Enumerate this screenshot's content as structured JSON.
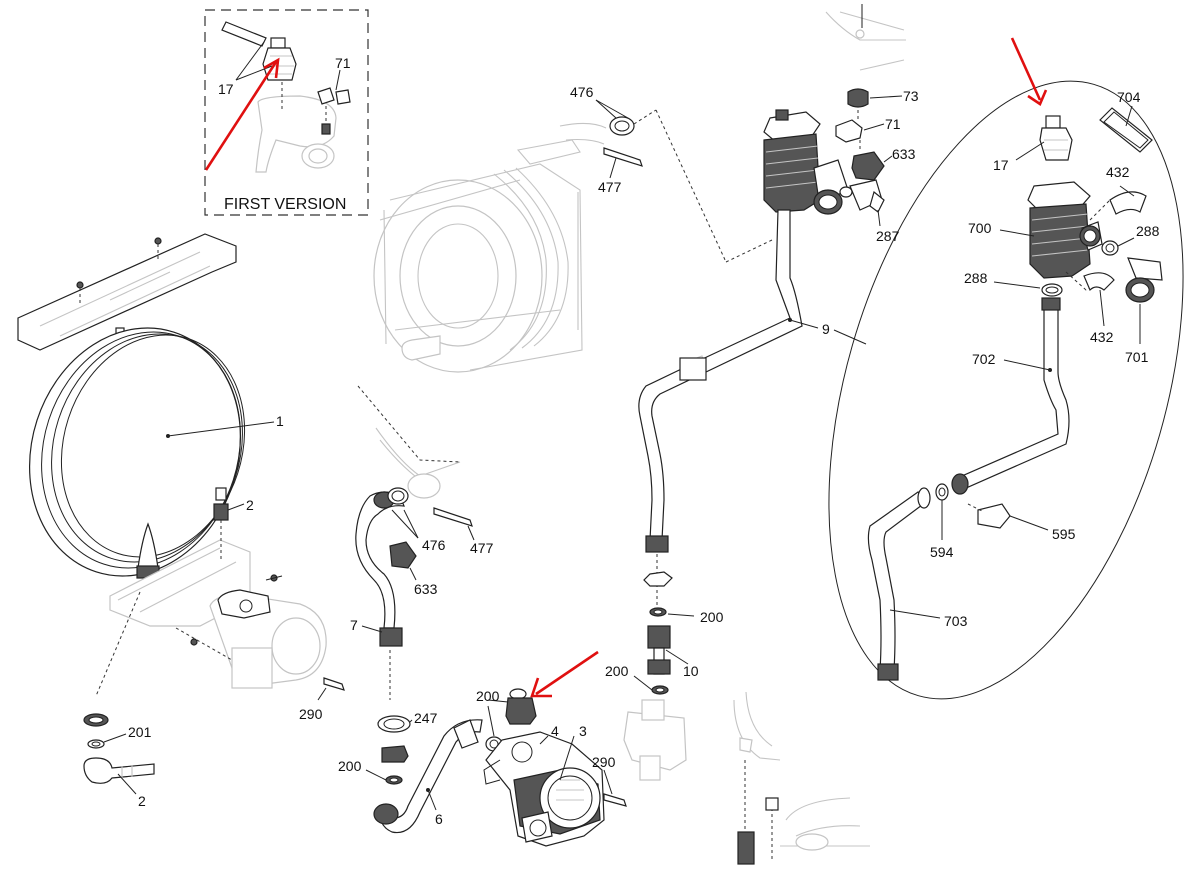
{
  "diagram": {
    "caption": "FIRST VERSION",
    "labels": [
      {
        "id": "l17a",
        "text": "17"
      },
      {
        "id": "l71a",
        "text": "71"
      },
      {
        "id": "l476a",
        "text": "476"
      },
      {
        "id": "l477a",
        "text": "477"
      },
      {
        "id": "l73",
        "text": "73"
      },
      {
        "id": "l71b",
        "text": "71"
      },
      {
        "id": "l633a",
        "text": "633"
      },
      {
        "id": "l287",
        "text": "287"
      },
      {
        "id": "l704",
        "text": "704"
      },
      {
        "id": "l17b",
        "text": "17"
      },
      {
        "id": "l432a",
        "text": "432"
      },
      {
        "id": "l700",
        "text": "700"
      },
      {
        "id": "l288a",
        "text": "288"
      },
      {
        "id": "l288b",
        "text": "288"
      },
      {
        "id": "l432b",
        "text": "432"
      },
      {
        "id": "l701",
        "text": "701"
      },
      {
        "id": "l702",
        "text": "702"
      },
      {
        "id": "l9",
        "text": "9"
      },
      {
        "id": "l1",
        "text": "1"
      },
      {
        "id": "l2a",
        "text": "2"
      },
      {
        "id": "l476b",
        "text": "476"
      },
      {
        "id": "l477b",
        "text": "477"
      },
      {
        "id": "l633b",
        "text": "633"
      },
      {
        "id": "l594",
        "text": "594"
      },
      {
        "id": "l595",
        "text": "595"
      },
      {
        "id": "l703",
        "text": "703"
      },
      {
        "id": "l200a",
        "text": "200"
      },
      {
        "id": "l7",
        "text": "7"
      },
      {
        "id": "l10",
        "text": "10"
      },
      {
        "id": "l200b",
        "text": "200"
      },
      {
        "id": "l290a",
        "text": "290"
      },
      {
        "id": "l200c",
        "text": "200"
      },
      {
        "id": "l247",
        "text": "247"
      },
      {
        "id": "l4",
        "text": "4"
      },
      {
        "id": "l3",
        "text": "3"
      },
      {
        "id": "l201",
        "text": "201"
      },
      {
        "id": "l2b",
        "text": "2"
      },
      {
        "id": "l200d",
        "text": "200"
      },
      {
        "id": "l290b",
        "text": "290"
      },
      {
        "id": "l6",
        "text": "6"
      }
    ]
  },
  "colors": {
    "arrow": "#e01010",
    "line": "#222222",
    "ghost": "#c4c4c4"
  }
}
